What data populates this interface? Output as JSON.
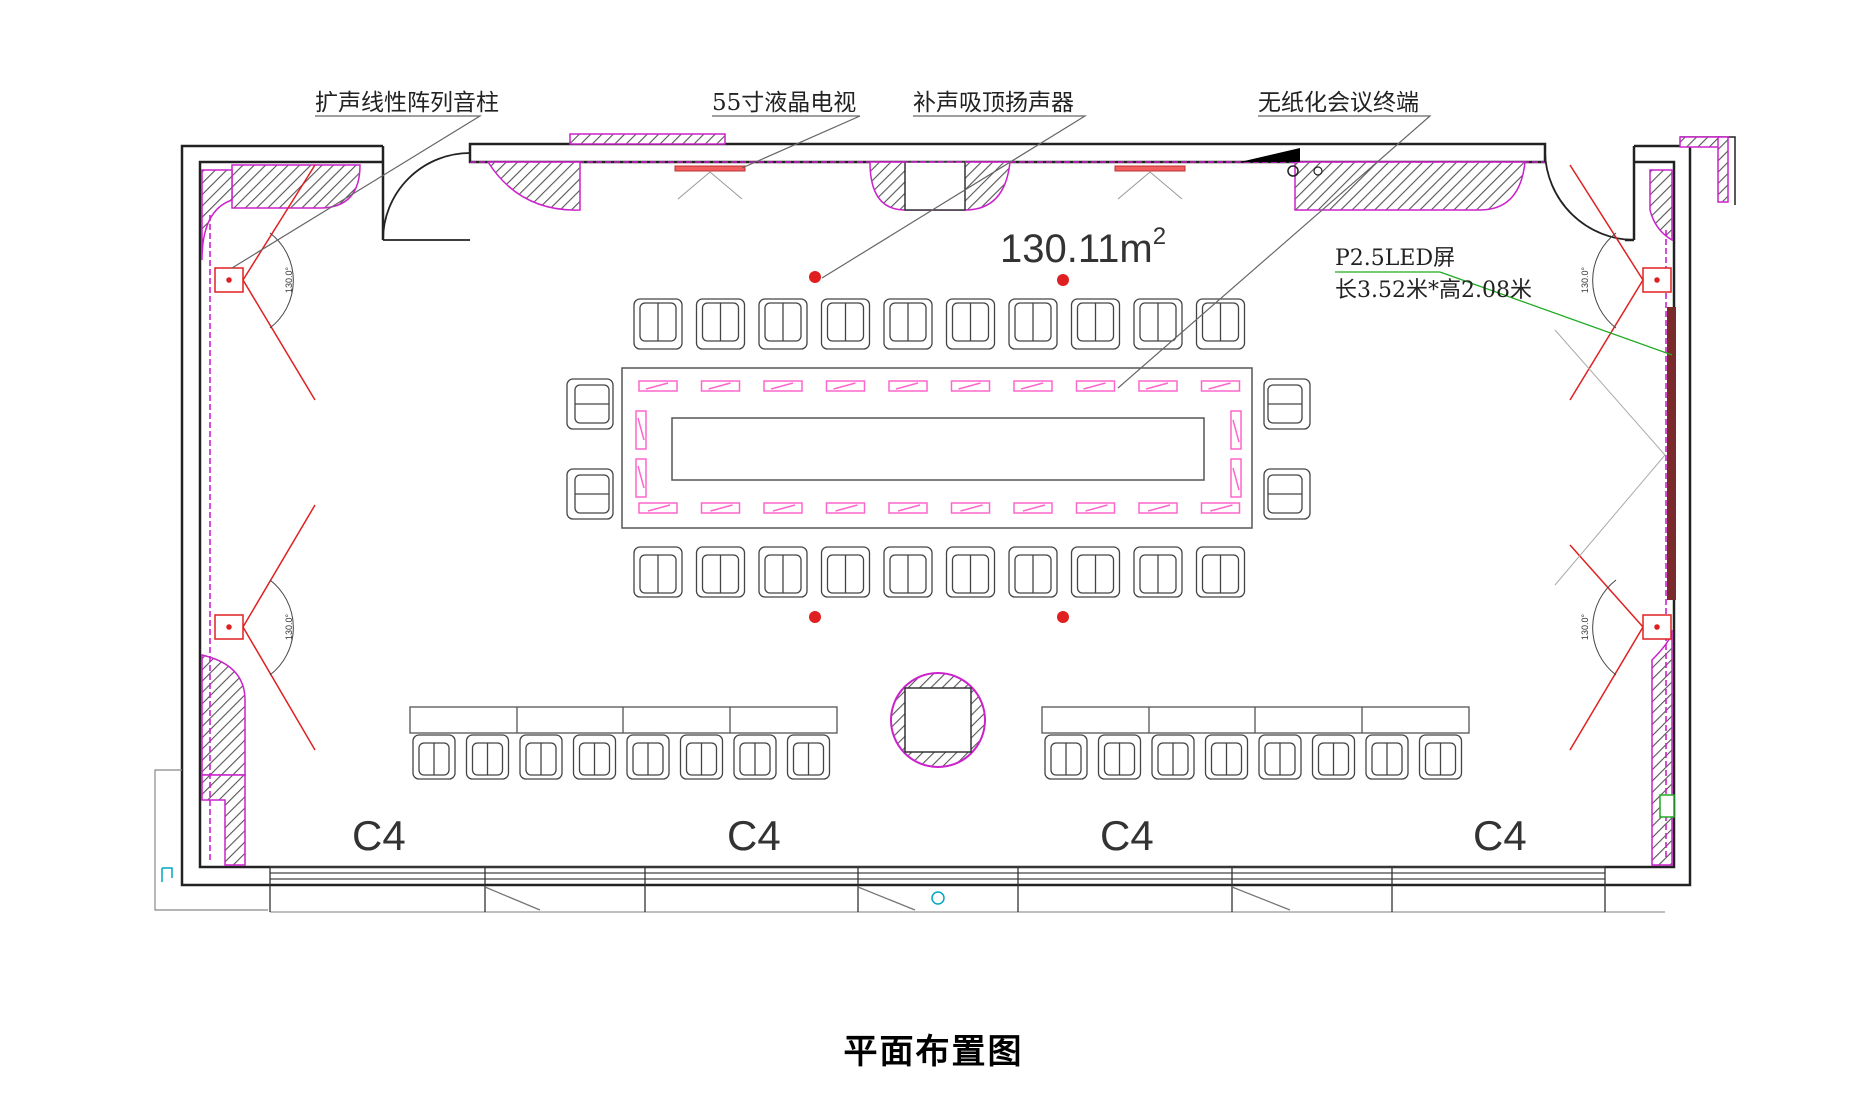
{
  "labels": {
    "speaker_column": "扩声线性阵列音柱",
    "tv": "55寸液晶电视",
    "ceiling_speaker": "补声吸顶扬声器",
    "conference_terminal": "无纸化会议终端",
    "area_value": "130.11m",
    "area_unit_sup": "2",
    "led_screen_name": "P2.5LED屏",
    "led_screen_size": "长3.52米*高2.08米",
    "angle_label": "130.0°",
    "window_type": "C4"
  },
  "caption": "平面布置图",
  "colors": {
    "wall": "#222222",
    "hatch": "#555555",
    "finish_line": "#cc22cc",
    "speaker_red": "#e02020",
    "leader_line": "#666666",
    "led_leader": "#22aa22",
    "led_screen": "#7a2a2a",
    "mic_pink": "#ff66cc",
    "door_marker": "#00a8c0"
  },
  "icons": {
    "speaker_column": "speaker-column-icon",
    "ceiling_speaker": "ceiling-speaker-icon",
    "chair": "chair-icon",
    "tv": "tv-icon",
    "led_screen": "led-screen-icon",
    "terminal": "conference-terminal-icon"
  }
}
